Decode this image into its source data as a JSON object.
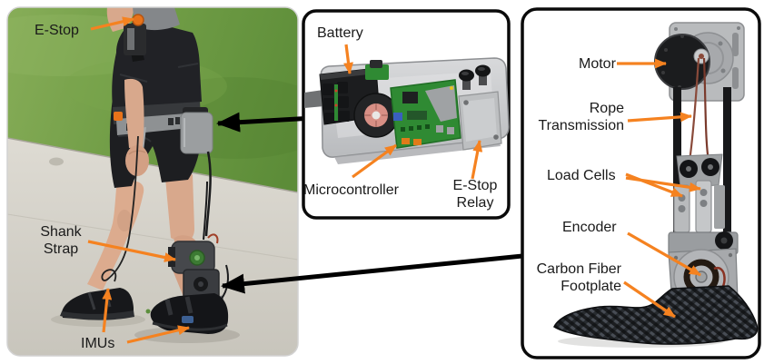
{
  "panels": {
    "photo": {
      "labels": {
        "e_stop": "E-Stop",
        "shank_strap": "Shank Strap",
        "imus": "IMUs"
      }
    },
    "electronics": {
      "labels": {
        "battery": "Battery",
        "microcontroller": "Microcontroller",
        "e_stop_relay": "E-Stop Relay"
      }
    },
    "actuator": {
      "labels": {
        "motor": "Motor",
        "rope_transmission": "Rope Transmission",
        "load_cells": "Load Cells",
        "encoder": "Encoder",
        "carbon_fiber_footplate": "Carbon Fiber Footplate"
      }
    }
  },
  "colors": {
    "annotation_arrow": "#F58220",
    "connector_arrow": "#000000",
    "panel_border": "#0a0a0a",
    "label_text": "#1a1a1a",
    "pcb_green": "#2f8a33",
    "rope_red": "#8a4a3a"
  }
}
